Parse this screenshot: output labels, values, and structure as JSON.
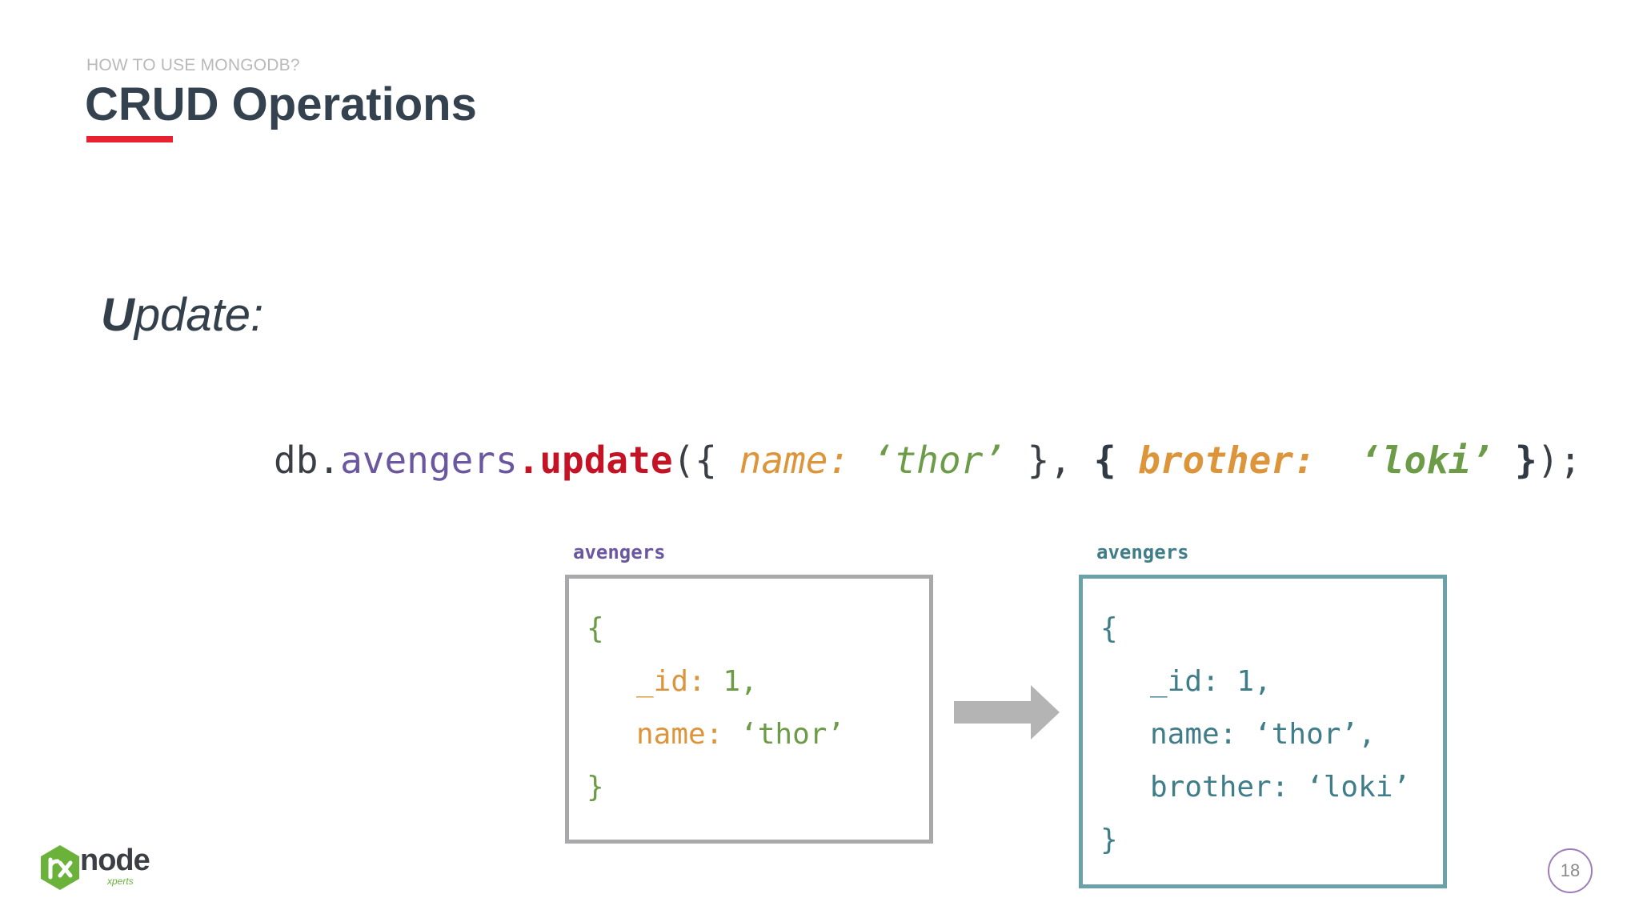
{
  "header": {
    "kicker": "HOW TO USE MONGODB?",
    "title": "CRUD Operations",
    "accent_color": "#e8202f"
  },
  "section": {
    "label_first": "U",
    "label_rest": "pdate:"
  },
  "code": {
    "db": "db.",
    "collection": "avengers",
    "method": ".update",
    "open": "({ ",
    "key1": "name: ",
    "val1": "‘thor’",
    "mid": " }, ",
    "brace_open": "{",
    "key2": " brother: ",
    "val2": "‘loki’",
    "brace_close": " }",
    "end": ");"
  },
  "before": {
    "collection_label": "avengers",
    "border_color": "#a9a9ab",
    "open_brace": "{",
    "id_key": "_id: ",
    "id_val": "1,",
    "name_key": "name: ",
    "name_val": "‘thor’",
    "close_brace": "}"
  },
  "after": {
    "collection_label": "avengers",
    "border_color": "#6ba1a8",
    "open_brace": "{",
    "id_line": "_id: 1,",
    "name_line": "name: ‘thor’,",
    "brother_line": "brother: ‘loki’",
    "close_brace": "}"
  },
  "arrow_icon": "right-arrow-icon",
  "footer": {
    "logo_word": "node",
    "logo_sub": "xperts",
    "logo_mark_icon": "rx-hexagon-icon",
    "page_number": "18"
  }
}
